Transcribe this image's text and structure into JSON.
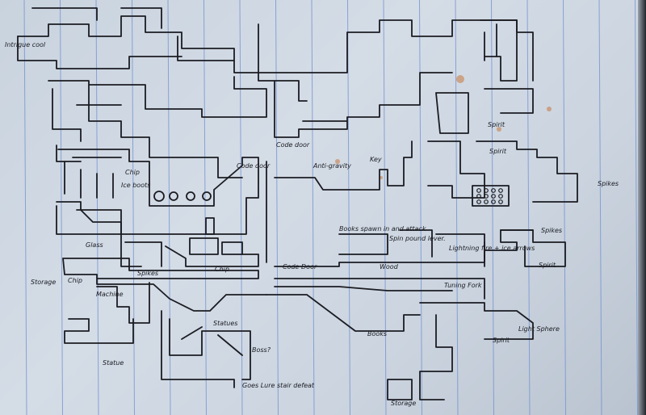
{
  "map": {
    "description_labels": [
      "Intrigue cool",
      "Chip",
      "Ice boots",
      "Code door",
      "Glass",
      "Storage",
      "Chip",
      "Spikes",
      "Chip",
      "Machine",
      "Statues",
      "Statue",
      "Boss?",
      "Goes Lure stair defeat",
      "Code door",
      "Anti-gravity",
      "Key",
      "Spirit",
      "Spirit",
      "Spikes",
      "Spikes",
      "Spirit",
      "Code Door",
      "Books spawn in and attack",
      "Spin pound lever.",
      "Lightning fire + ice arrows",
      "Wood",
      "Tuning Fork",
      "Books",
      "Spirit",
      "Light Sphere",
      "Storage"
    ],
    "colors": {
      "paper": "#cfd8e2",
      "ink": "#1b1c22",
      "rule": "#6f8fd0",
      "stain": "#c8773a"
    }
  }
}
